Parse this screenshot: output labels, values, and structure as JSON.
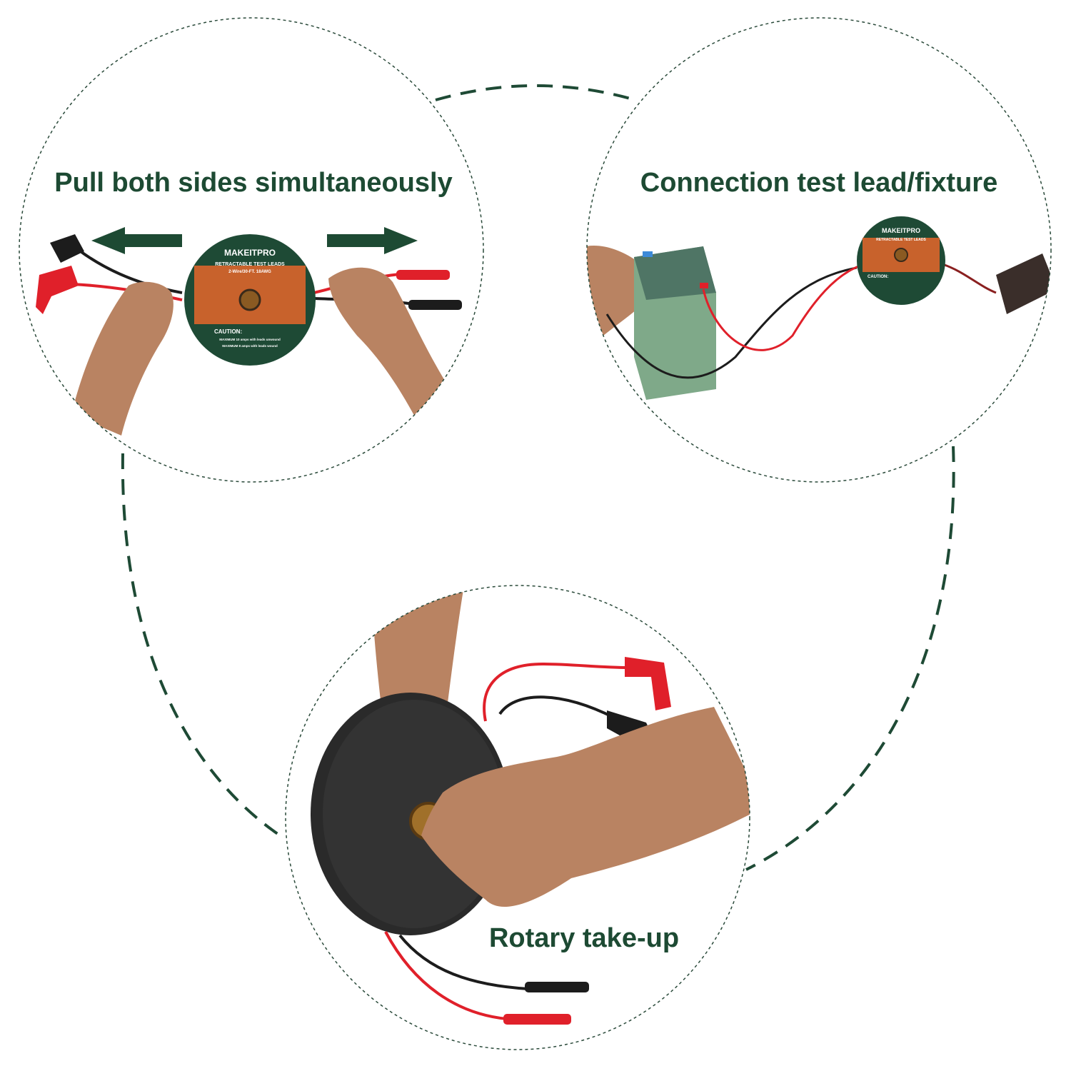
{
  "colors": {
    "accent_green": "#1d4a33",
    "reel_orange": "#c8622c",
    "lead_red": "#e0202a",
    "lead_black": "#1c1c1c",
    "skin": "#b98362",
    "battery_green": "#7fa989",
    "dashed_line": "#1e4a35"
  },
  "panels": [
    {
      "id": "pull",
      "caption": "Pull both sides simultaneously"
    },
    {
      "id": "connect",
      "caption": "Connection test lead/fixture"
    },
    {
      "id": "rotate",
      "caption": "Rotary take-up"
    }
  ],
  "icons": [
    "left-arrow-icon",
    "right-arrow-icon"
  ],
  "reel_label": {
    "brand": "MAKEITPRO",
    "title": "RETRACTABLE TEST LEADS",
    "spec": "2-Wire/30-FT. 18AWG",
    "caution": "CAUTION:",
    "max_unwound": "MAXIMUM 10 amps with leads unwound",
    "max_wound": "MAXIMUM 8 amps with leads wound"
  }
}
